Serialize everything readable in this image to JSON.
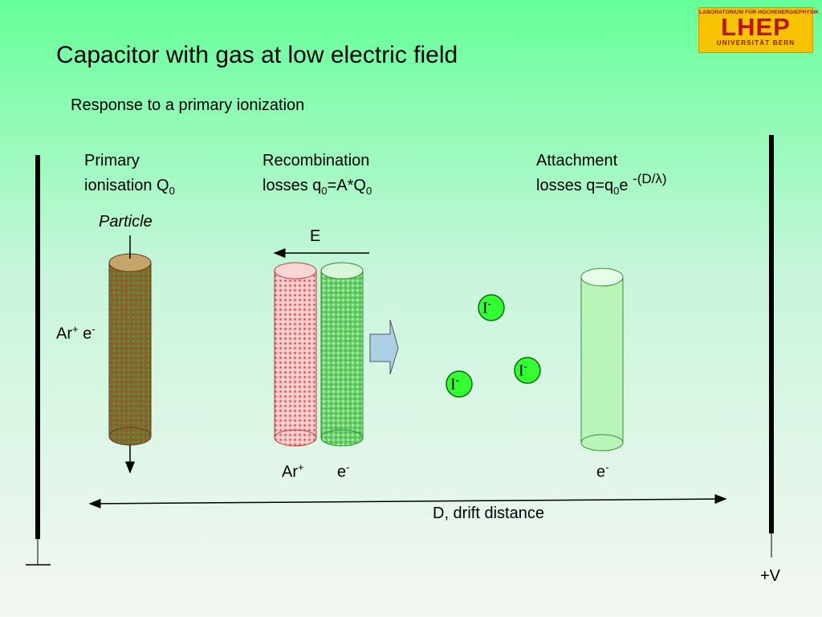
{
  "title": "Capacitor with gas at low electric field",
  "subtitle": "Response to a primary ionization",
  "logo": {
    "top": "LABORATORIUM FÜR HOCHENERGIEPHYSIK",
    "main": "LHEP",
    "bottom": "UNIVERSITÄT BERN"
  },
  "columns": {
    "primary": {
      "line1": "Primary",
      "line2": "ionisation Q",
      "line2_sub": "0"
    },
    "recombination": {
      "line1": "Recombination",
      "line2a": "losses q",
      "line2_sub1": "0",
      "line2b": "=A*Q",
      "line2_sub2": "0"
    },
    "attachment": {
      "line1": "Attachment",
      "line2a": "losses q=q",
      "line2_sub": "0",
      "line2b": "e",
      "exp": "-(D/λ)"
    }
  },
  "particle_label": "Particle",
  "field_label": "E",
  "left_ions": {
    "ion": "Ar",
    "ion_sup": "+",
    "electron": "e",
    "electron_sup": "-"
  },
  "recomb_labels": {
    "ion": "Ar",
    "ion_sup": "+",
    "electron": "e",
    "electron_sup": "-"
  },
  "attach_label": {
    "electron": "e",
    "electron_sup": "-"
  },
  "iodine_ions": [
    {
      "symbol": "I",
      "charge": "-"
    },
    {
      "symbol": "I",
      "charge": "-"
    },
    {
      "symbol": "I",
      "charge": "-"
    }
  ],
  "drift_label": "D, drift distance",
  "voltage_label": "+V",
  "colors": {
    "ion_fill": "#33ff33",
    "mixed_cylinder": "#8a5a2a",
    "argon_cylinder": "#f2a0a0",
    "electron_cylinder": "#55cc55",
    "attached_cylinder": "#b9f5b9",
    "arrow_fill": "#aed0e6"
  }
}
